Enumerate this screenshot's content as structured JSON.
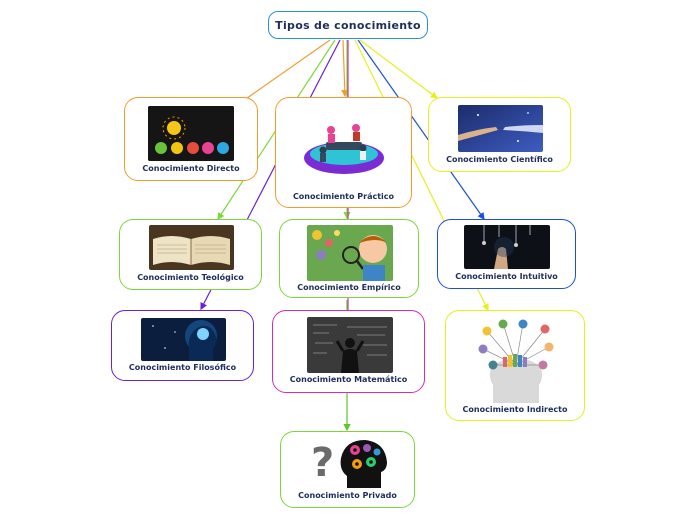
{
  "root": {
    "title": "Tipos de conocimiento"
  },
  "nodes": {
    "directo": {
      "label": "Conocimiento Directo",
      "color": "#f39c2a",
      "image": "colorful-bulbs"
    },
    "practico": {
      "label": "Conocimiento Práctico",
      "color": "#f39c2a",
      "image": "team-meeting-illustration"
    },
    "cientifico": {
      "label": "Conocimiento Científico",
      "color": "#e6f01e",
      "image": "robot-human-hands"
    },
    "teologico": {
      "label": "Conocimiento Teológico",
      "color": "#7cd83a",
      "image": "open-book"
    },
    "empirico": {
      "label": "Conocimiento Empírico",
      "color": "#7cd83a",
      "image": "child-magnifier"
    },
    "intuitivo": {
      "label": "Conocimiento Intuitivo",
      "color": "#1f4fd8",
      "image": "hand-tools"
    },
    "filosofico": {
      "label": "Conocimiento Filosófico",
      "color": "#6a1fd8",
      "image": "glowing-brain-head"
    },
    "matematico": {
      "label": "Conocimiento Matemático",
      "color": "#d82ab4",
      "image": "chalkboard-equations"
    },
    "indirecto": {
      "label": "Conocimiento Indirecto",
      "color": "#e6f01e",
      "image": "head-with-icons"
    },
    "privado": {
      "label": "Conocimiento Privado",
      "color": "#7cd83a",
      "image": "question-mark-gears"
    }
  }
}
